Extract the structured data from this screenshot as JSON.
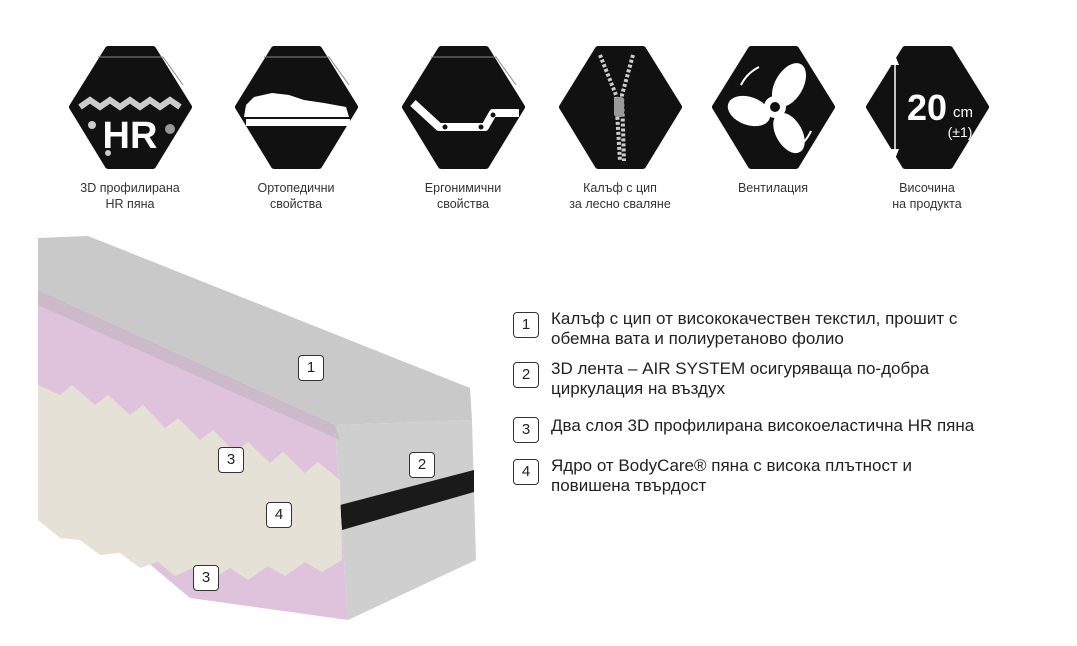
{
  "features": [
    {
      "icon": "hr-foam-icon",
      "label_lines": [
        "3D профилирана",
        "HR пяна"
      ],
      "icon_text": "HR"
    },
    {
      "icon": "orthopedic-icon",
      "label_lines": [
        "Ортопедични",
        "свойства"
      ]
    },
    {
      "icon": "ergonomic-icon",
      "label_lines": [
        "Ергонимични",
        "свойства"
      ]
    },
    {
      "icon": "zipper-icon",
      "label_lines": [
        "Калъф с цип",
        "за лесно сваляне"
      ]
    },
    {
      "icon": "fan-icon",
      "label_lines": [
        "Вентилация"
      ]
    },
    {
      "icon": "height-icon",
      "label_lines": [
        "Височина",
        "на продукта"
      ],
      "icon_value": "20",
      "icon_unit": "cm",
      "icon_tolerance": "(±1)"
    }
  ],
  "callouts": [
    "1",
    "2",
    "3",
    "4",
    "3"
  ],
  "legend": [
    {
      "num": "1",
      "text": "Калъф с цип от висококачествен текстил, прошит с обемна вата и полиуретаново фолио"
    },
    {
      "num": "2",
      "text": "3D лента – AIR SYSTEM осигуряваща по-добра циркулация на въздух"
    },
    {
      "num": "3",
      "text": "Два слоя 3D профилирана високоеластична HR пяна"
    },
    {
      "num": "4",
      "text": "Ядро от BodyCare® пяна с висока плътност и повишена твърдост"
    }
  ],
  "colors": {
    "icon_bg": "#111111",
    "pink_foam": "#dfc3dc",
    "core": "#e6e1d6",
    "cover": "#c9c9c9",
    "band": "#1a1a1a"
  }
}
